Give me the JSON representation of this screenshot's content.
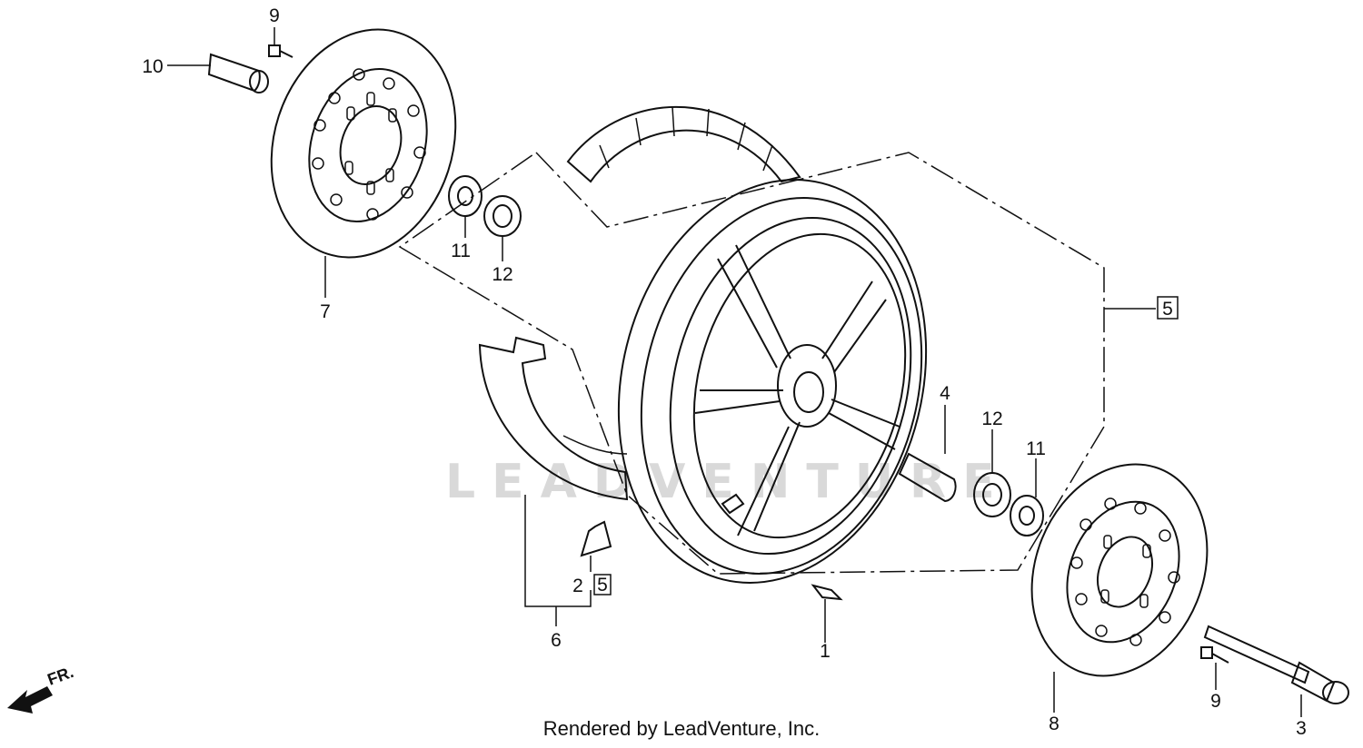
{
  "watermark": "LEADVENTURE",
  "footer": "Rendered by LeadVenture, Inc.",
  "direction_label": "FR.",
  "callouts": {
    "c1": "1",
    "c2": "2",
    "c2box": "5",
    "c3": "3",
    "c4": "4",
    "c5box": "5",
    "c6": "6",
    "c7": "7",
    "c8": "8",
    "c9_top": "9",
    "c9_bottom": "9",
    "c10": "10",
    "c11_top": "11",
    "c11_right": "11",
    "c12_top": "12",
    "c12_right": "12"
  }
}
